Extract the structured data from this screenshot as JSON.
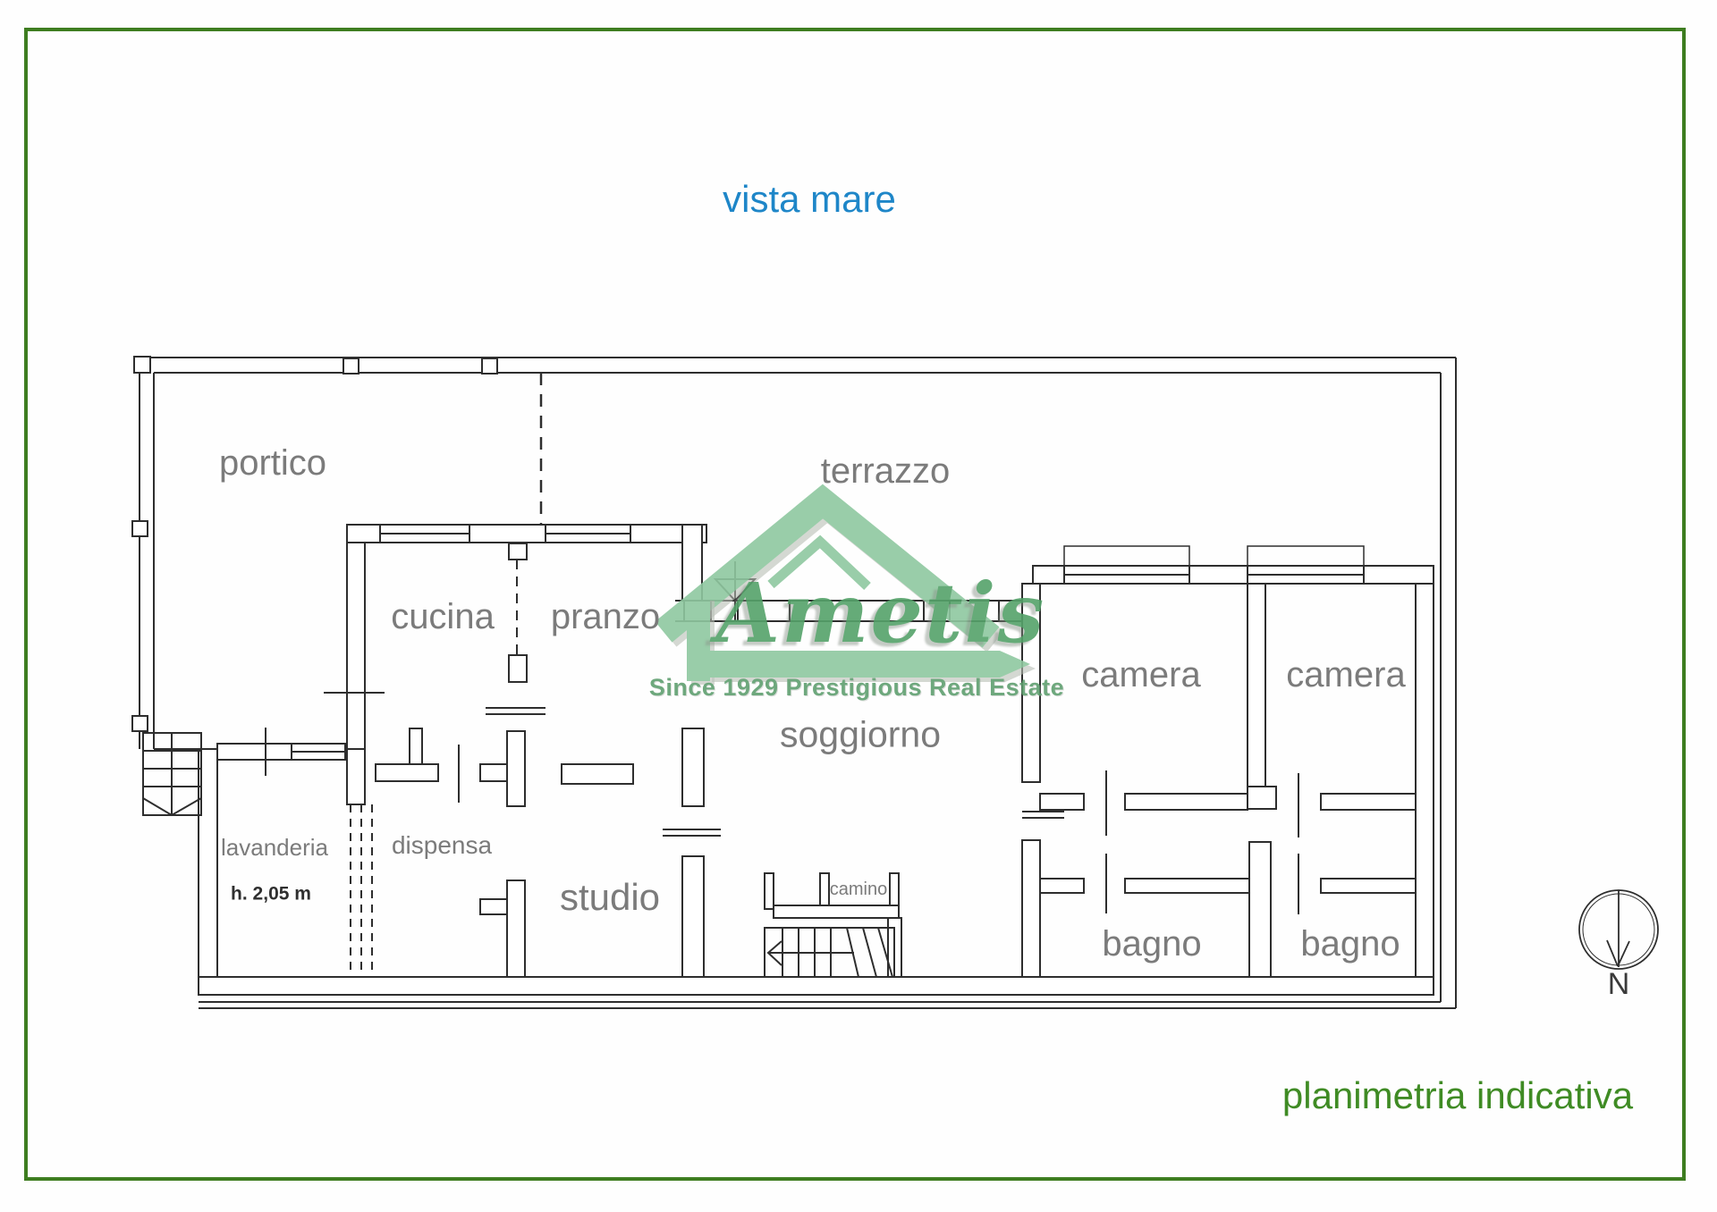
{
  "page": {
    "annotation_top": "vista mare",
    "annotation_bottom": "planimetria indicativa",
    "compass_label": "N"
  },
  "logo": {
    "brand": "Ametis",
    "tagline": "Since 1929 Prestigious Real Estate"
  },
  "rooms": {
    "portico": "portico",
    "terrazzo": "terrazzo",
    "cucina": "cucina",
    "pranzo": "pranzo",
    "camera_1": "camera",
    "camera_2": "camera",
    "soggiorno": "soggiorno",
    "lavanderia": "lavanderia",
    "dispensa": "dispensa",
    "studio": "studio",
    "camino": "camino",
    "bagno_1": "bagno",
    "bagno_2": "bagno",
    "height_note": "h. 2,05 m"
  },
  "colors": {
    "border_green": "#3e7d20",
    "plan_line": "#2e2e2e",
    "label_gray": "#7b7b7b",
    "vista_blue": "#1e86c8",
    "planimetria_green": "#3f8b24",
    "logo_green": "#8fc8a0",
    "logo_shadow": "#b7bdb4",
    "logo_text_green": "#55a36a"
  }
}
